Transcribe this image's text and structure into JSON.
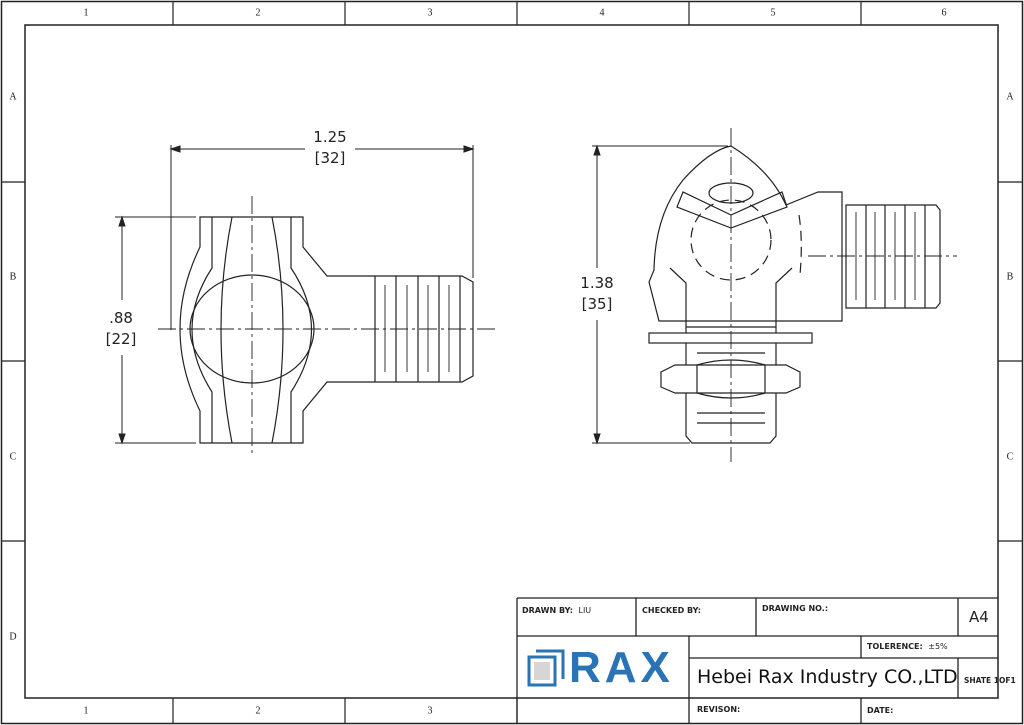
{
  "frame": {
    "columns_top": [
      "1",
      "2",
      "3",
      "4",
      "5",
      "6"
    ],
    "columns_bottom": [
      "1",
      "2",
      "3"
    ],
    "rows_left": [
      "A",
      "B",
      "C",
      "D"
    ],
    "rows_right": [
      "A",
      "B",
      "C"
    ]
  },
  "views": {
    "front": {
      "width_in": "1.25",
      "width_mm": "[32]",
      "height_in": ".88",
      "height_mm": "[22]"
    },
    "side": {
      "height_in": "1.38",
      "height_mm": "[35]"
    }
  },
  "title_block": {
    "drawn_by_label": "DRAWN BY:",
    "drawn_by": "LIU",
    "checked_by_label": "CHECKED BY:",
    "drawing_no_label": "DRAWING NO.:",
    "paper_size": "A4",
    "tolerance_label": "TOLERENCE:",
    "tolerance": "±5%",
    "company": "Hebei Rax Industry CO.,LTD",
    "sheet": "SHATE 1OF1",
    "revision_label": "REVISON:",
    "date_label": "DATE:",
    "logo_text": "RAX",
    "logo_color": "#2a73b5"
  }
}
